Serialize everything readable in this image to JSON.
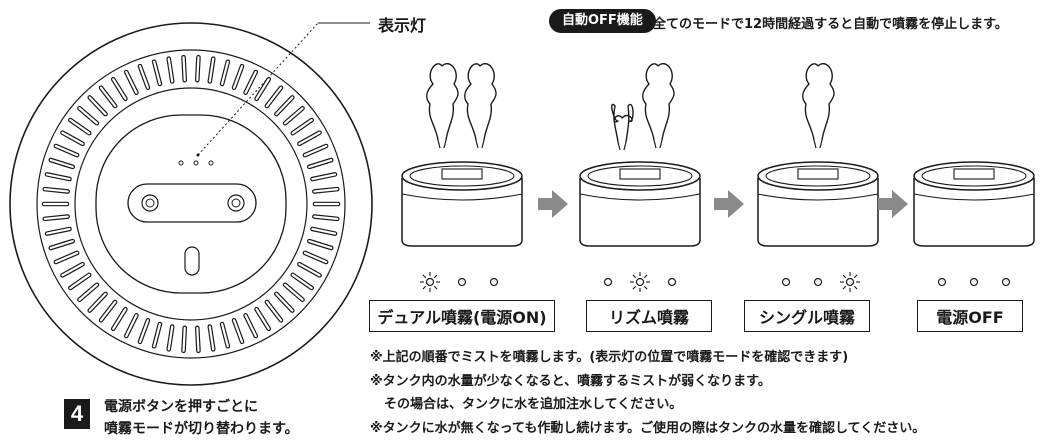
{
  "indicator_label": "表示灯",
  "auto_off": {
    "badge": "自動OFF機能",
    "description": "全てのモードで12時間経過すると自動で噴霧を停止します。"
  },
  "modes": [
    {
      "label": "デュアル噴霧(電源ON)",
      "active_lamp": 0,
      "steam": "dual"
    },
    {
      "label": "リズム噴霧",
      "active_lamp": 1,
      "steam": "rhythm"
    },
    {
      "label": "シングル噴霧",
      "active_lamp": 2,
      "steam": "single"
    },
    {
      "label": "電源OFF",
      "active_lamp": null,
      "steam": "none"
    }
  ],
  "notes": [
    "※上記の順番でミストを噴霧します。(表示灯の位置で噴霧モードを確認できます)",
    "※タンク内の水量が少なくなると、噴霧するミストが弱くなります。",
    "その場合は、タンクに水を追加注水してください。",
    "※タンクに水が無くなっても作動し続けます。ご使用の際はタンクの水量を確認してください。"
  ],
  "step": {
    "number": "4",
    "lines": [
      "電源ボタンを押すごとに",
      "噴霧モードが切り替わります。"
    ]
  },
  "colors": {
    "ink": "#1a1a1a",
    "arrow": "#8a8a8a"
  }
}
